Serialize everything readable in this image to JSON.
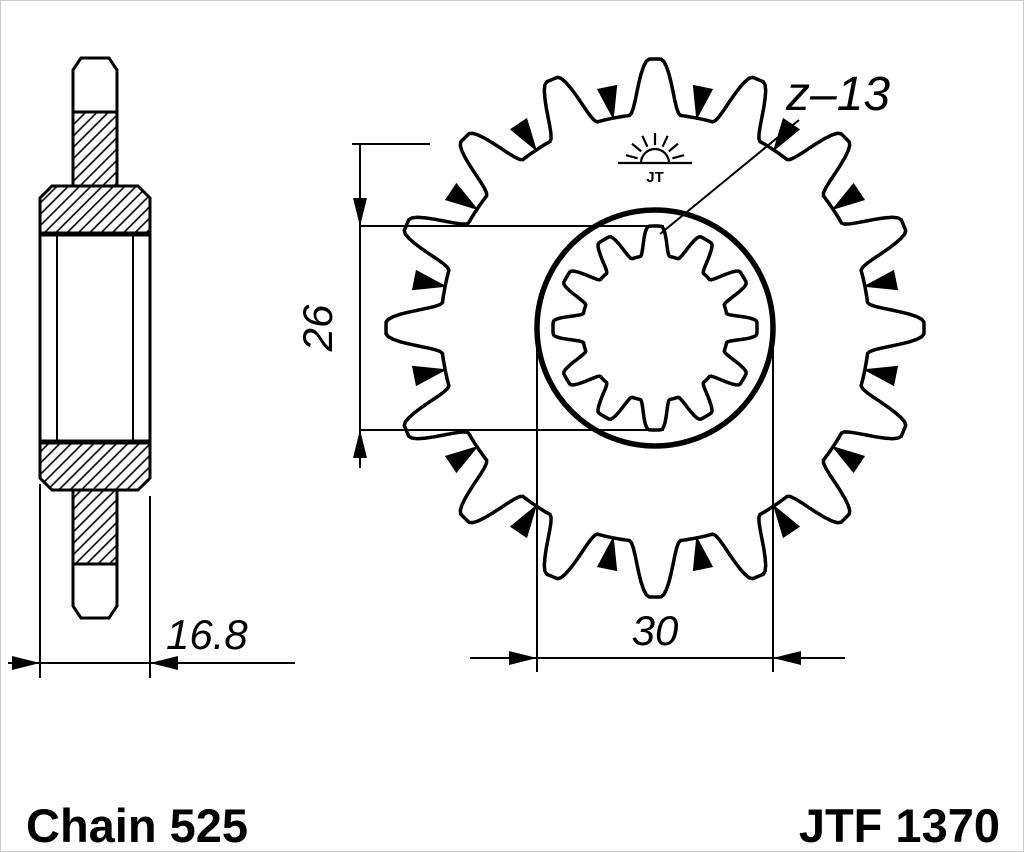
{
  "labels": {
    "chain": "Chain 525",
    "part_number": "JTF 1370",
    "teeth": "z–13",
    "logo": "JT"
  },
  "dimensions": {
    "spline_diameter": "26",
    "outer_diameter": "30",
    "hub_width": "16.8"
  },
  "figure": {
    "type": "sprocket-technical-drawing",
    "views": [
      "side-cross-section",
      "front-view"
    ],
    "front_view": {
      "outer_teeth": 16,
      "spline_teeth": 12
    }
  },
  "colors": {
    "ink": "#000000",
    "paper": "#ffffff"
  }
}
